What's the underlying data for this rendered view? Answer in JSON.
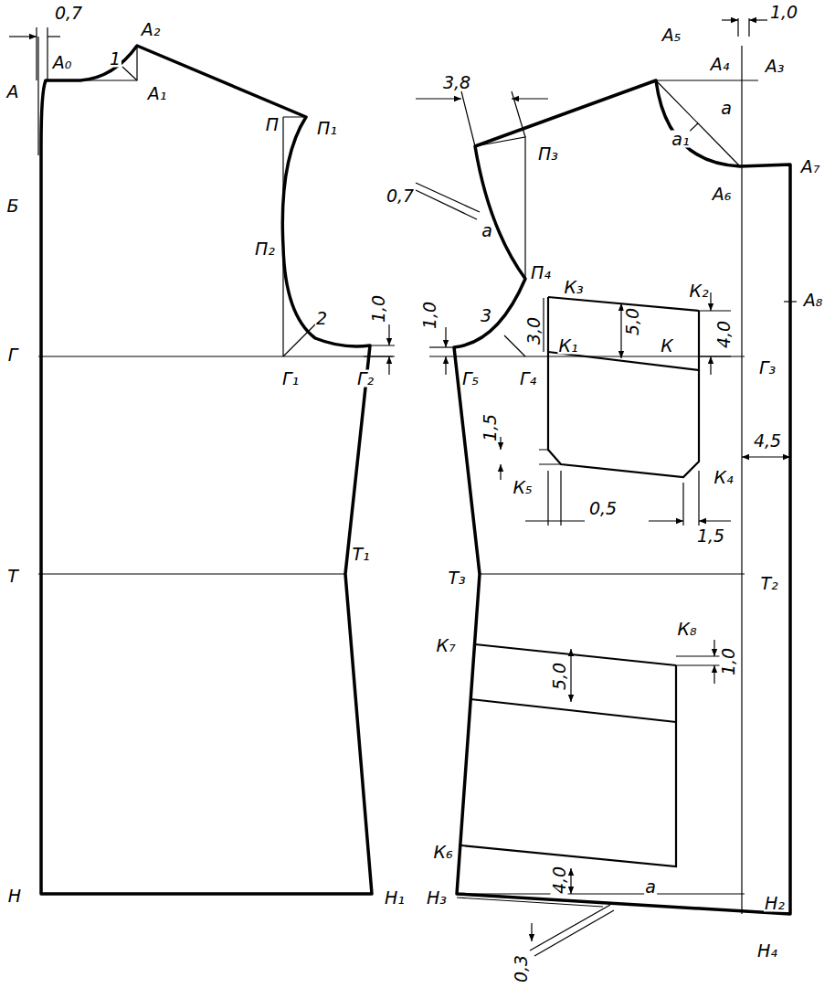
{
  "diagram": {
    "labels": [
      "0,7",
      "А₂",
      "А",
      "А₀",
      "1",
      "А₁",
      "П",
      "П₁",
      "Б",
      "П₂",
      "2",
      "1,0",
      "Г",
      "Г₁",
      "Г₂",
      "Т",
      "Т₁",
      "Н",
      "Н₁",
      "3,8",
      "А₅",
      "А₄",
      "А₃",
      "1,0",
      "а",
      "а₁",
      "П₃",
      "А₆",
      "А₇",
      "0,7",
      "а",
      "П₄",
      "К₃",
      "К₂",
      "А₈",
      "1,0",
      "3",
      "3,0",
      "5,0",
      "4,0",
      "К₁",
      "К",
      "Г₃",
      "Г₅",
      "Г₄",
      "4,5",
      "1,5",
      "К₅",
      "0,5",
      "К₄",
      "1,5",
      "Т₃",
      "Т₂",
      "К₇",
      "К₈",
      "5,0",
      "1,0",
      "К₆",
      "Н₃",
      "4,0",
      "а",
      "Н₂",
      "Н₄",
      "0,3"
    ]
  }
}
